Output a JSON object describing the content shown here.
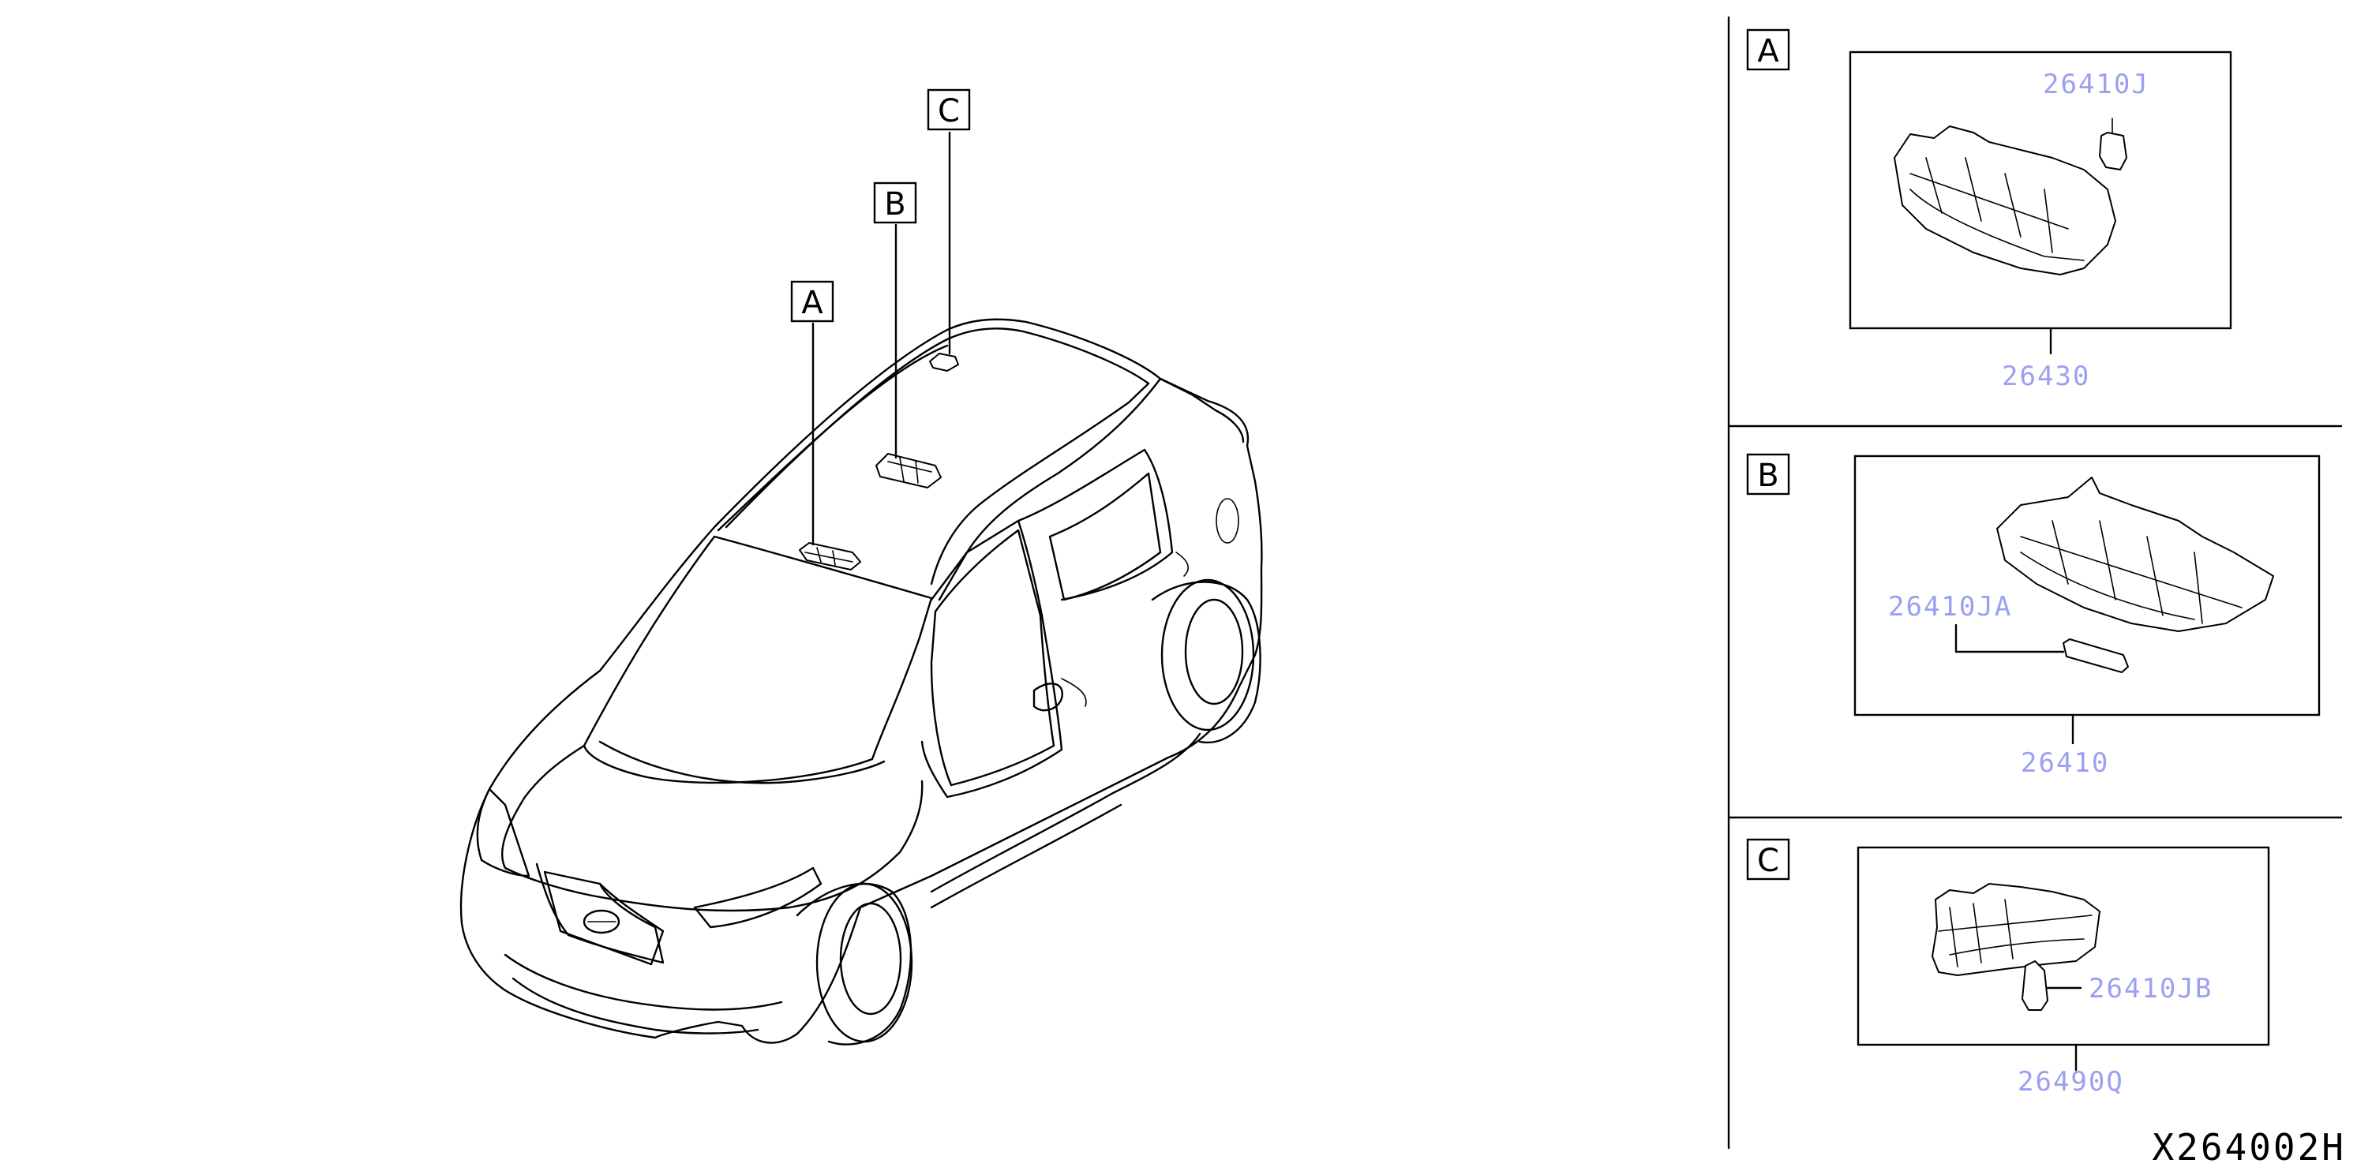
{
  "diagram_id": "X264002H",
  "vehicle_callouts": [
    "A",
    "B",
    "C"
  ],
  "panels": [
    {
      "letter": "A",
      "assembly_part": "26430",
      "bulb_part": "26410J"
    },
    {
      "letter": "B",
      "assembly_part": "26410",
      "bulb_part": "26410JA"
    },
    {
      "letter": "C",
      "assembly_part": "26490Q",
      "bulb_part": "26410JB"
    }
  ],
  "colors": {
    "line": "#000000",
    "part_number": "#9aa0f0",
    "background": "#ffffff"
  }
}
